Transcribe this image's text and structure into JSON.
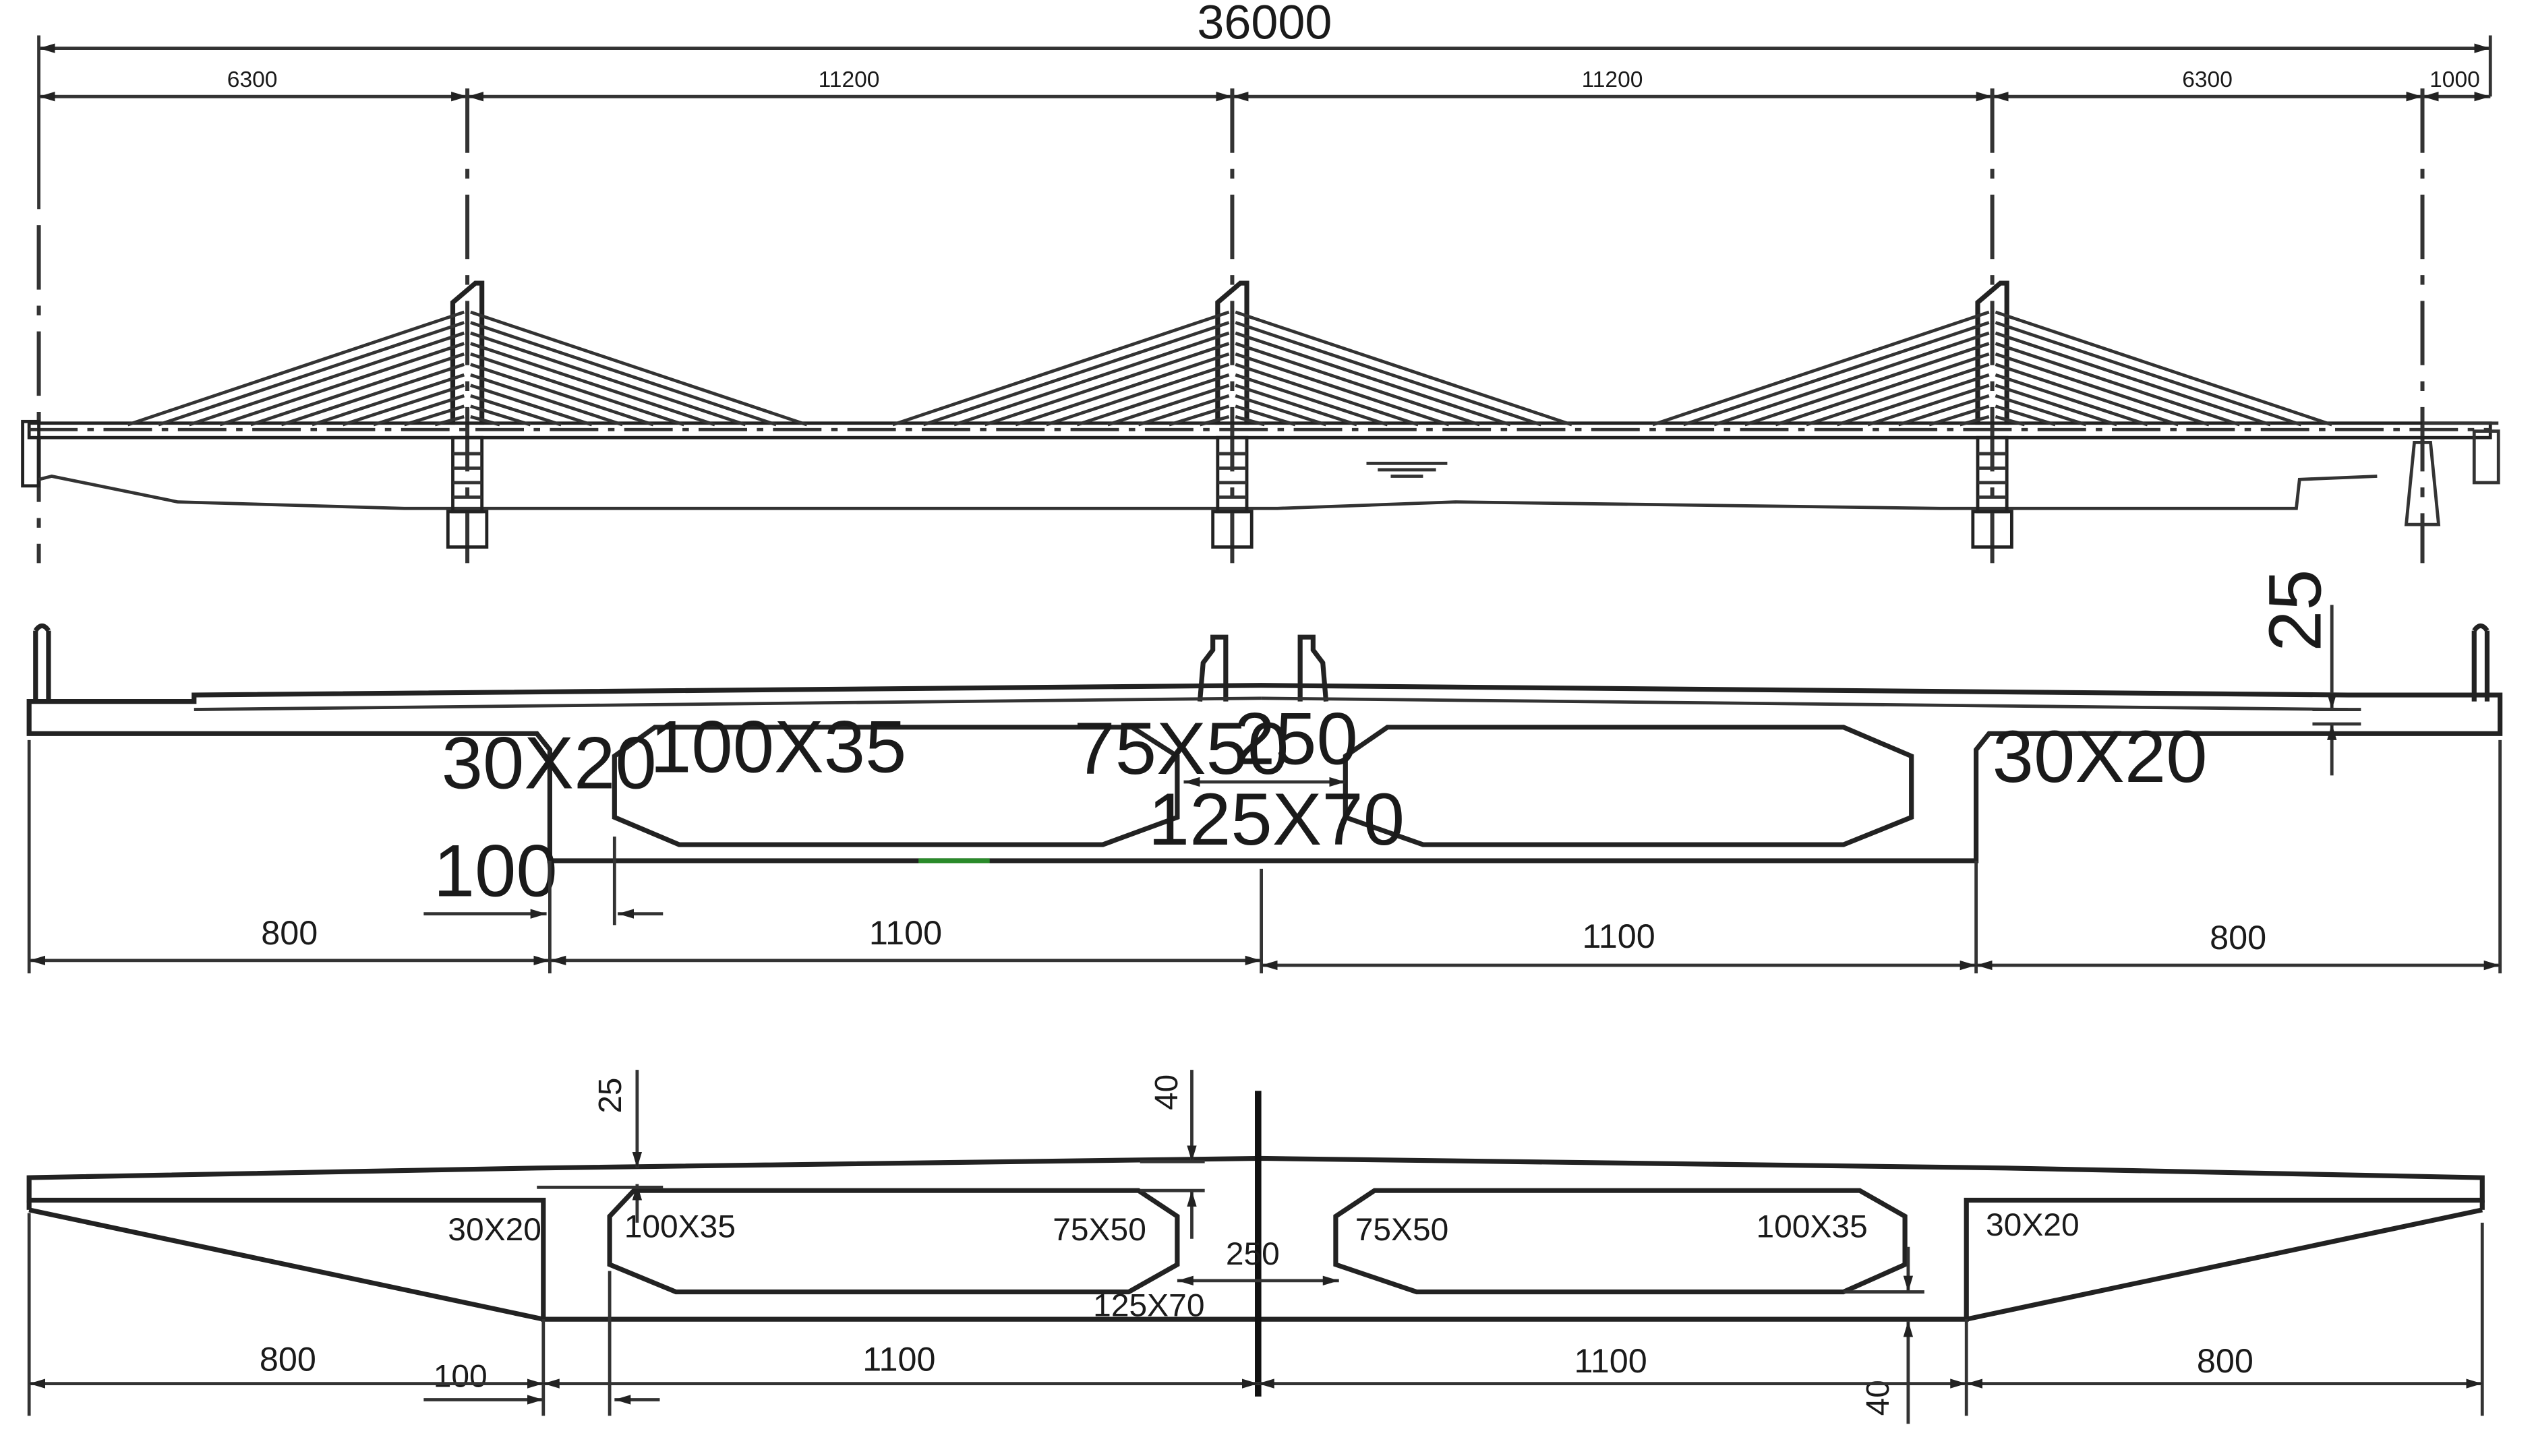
{
  "elevation": {
    "overall": "36000",
    "spans": [
      "6300",
      "11200",
      "11200",
      "6300",
      "1000"
    ]
  },
  "section1": {
    "fillet_left": "30X20",
    "fillet_right": "30X20",
    "cell_top_left_chamfer": "100X35",
    "cell_top_right_chamfer": "75X50",
    "cell_bottom_chamfer": "125X70",
    "gap": "250",
    "wall": "100",
    "deck_thickness": "25",
    "widths": [
      "800",
      "1100",
      "1100",
      "800"
    ]
  },
  "section2": {
    "fillet_left": "30X20",
    "fillet_right": "30X20",
    "left_cell_outer_chamfer": "100X35",
    "left_cell_inner_chamfer": "75X50",
    "right_cell_inner_chamfer": "75X50",
    "right_cell_outer_chamfer": "100X35",
    "cell_bottom_chamfer": "125X70",
    "gap": "250",
    "wall": "100",
    "top_thickness_edge": "25",
    "top_thickness_center": "40",
    "bottom_thickness": "40",
    "widths": [
      "800",
      "1100",
      "1100",
      "800"
    ]
  }
}
